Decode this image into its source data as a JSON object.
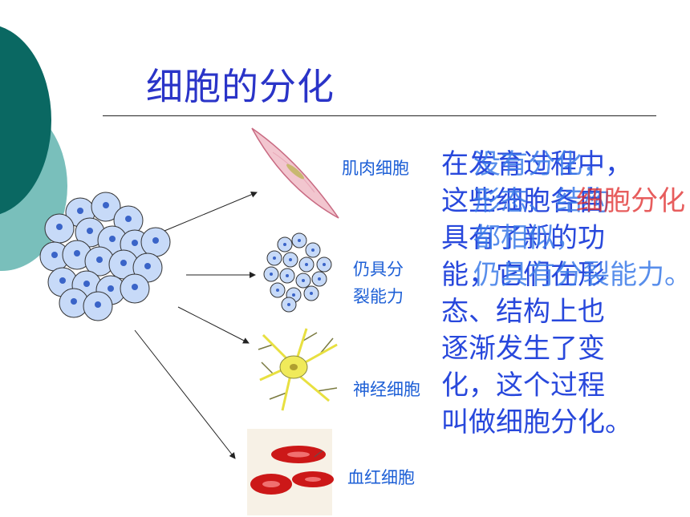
{
  "slide": {
    "title": "细胞的分化",
    "labels": {
      "muscle": "肌肉细胞",
      "divide_line1": "仍具分",
      "divide_line2": "裂能力",
      "nerve": "神经细胞",
      "blood": "血红细胞"
    },
    "text_layer1": "在发育过程中，\n这些细胞各自\n具有了新的功\n能，它们在形\n态、结构上也\n逐渐发生了变\n化，这个过程\n叫做细胞分化。",
    "text_layer2": "没有分化，\n形态、结构\n都相似，\n仍具有分裂能力。",
    "text_layer3": "               细胞分化",
    "colors": {
      "accent_dark": "#0a6862",
      "accent_light": "#79bfbb",
      "title": "#2a34c8",
      "text_blue": "#2848dc",
      "text_red": "#e02828"
    }
  }
}
